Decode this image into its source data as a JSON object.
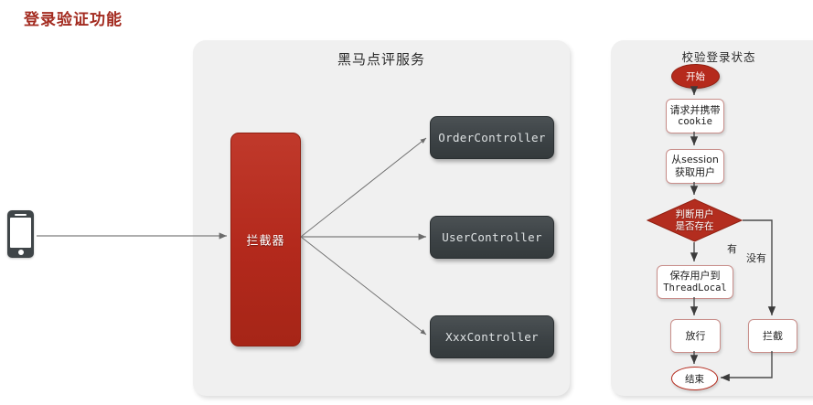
{
  "page": {
    "title": "登录验证功能",
    "title_color": "#a32b20",
    "background": "#ffffff"
  },
  "colors": {
    "panel_bg": "#f0f0f0",
    "interceptor_red": "#b3291c",
    "controller_gray": "#3c4245",
    "flow_border_pink": "#c98f8b",
    "decision_red": "#b32d1f",
    "edge_gray": "#6b6b6b"
  },
  "client": {
    "device_icon": "smartphone-icon"
  },
  "service_panel": {
    "title": "黑马点评服务",
    "interceptor": {
      "label": "拦截器"
    },
    "controllers": [
      {
        "id": "order",
        "label": "OrderController"
      },
      {
        "id": "user",
        "label": "UserController"
      },
      {
        "id": "xxx",
        "label": "XxxController"
      }
    ]
  },
  "flow_panel": {
    "title": "校验登录状态",
    "nodes": [
      {
        "id": "start",
        "type": "terminator",
        "label": "开始"
      },
      {
        "id": "cookie",
        "type": "process",
        "line1": "请求并携带",
        "line2": "cookie"
      },
      {
        "id": "session",
        "type": "process",
        "line1": "从session",
        "line2": "获取用户"
      },
      {
        "id": "decision",
        "type": "decision",
        "line1": "判断用户",
        "line2": "是否存在"
      },
      {
        "id": "threadlocal",
        "type": "process",
        "line1": "保存用户到",
        "line2": "ThreadLocal"
      },
      {
        "id": "pass",
        "type": "process",
        "label": "放行"
      },
      {
        "id": "block",
        "type": "process",
        "label": "拦截"
      },
      {
        "id": "end",
        "type": "terminator",
        "label": "结束"
      }
    ],
    "edge_labels": {
      "yes": "有",
      "no": "没有"
    }
  }
}
